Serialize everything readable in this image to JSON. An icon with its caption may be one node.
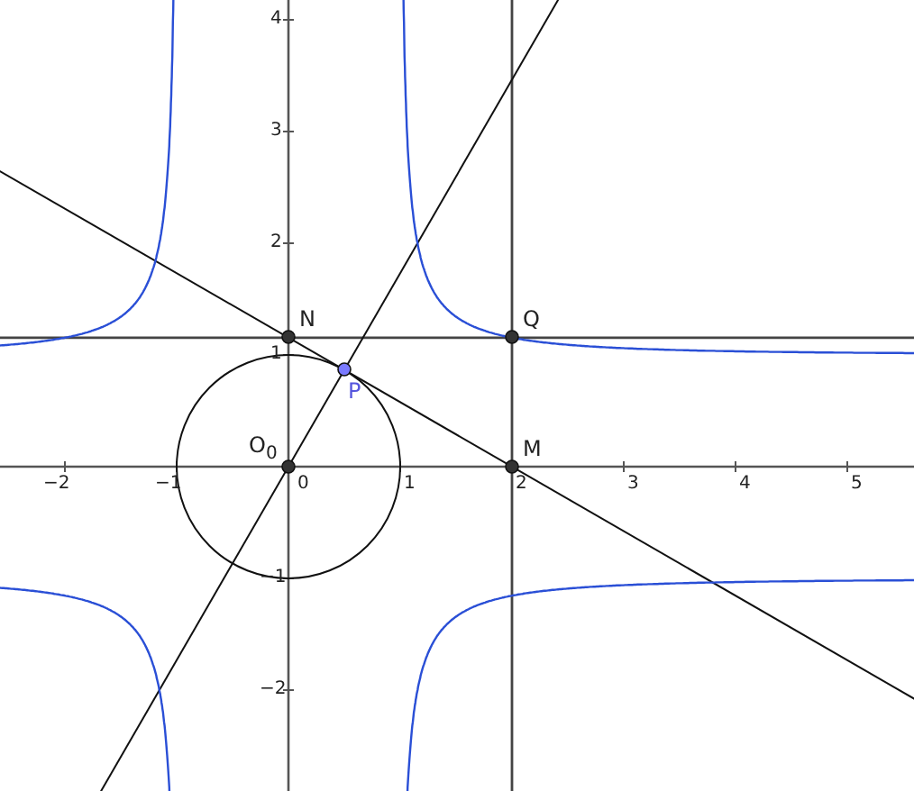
{
  "diagram": {
    "nodes": [
      {
        "text": [
          "N"
        ]
      },
      {
        "text": [
          "Q"
        ]
      },
      {
        "text": [
          "P"
        ]
      },
      {
        "text": [
          "O$_{0}$"
        ]
      },
      {
        "text": [
          "M"
        ]
      }
    ],
    "labels": [
      "4",
      "3",
      "2",
      "1",
      "−2",
      "−1",
      "0",
      "1",
      "2",
      "3",
      "4",
      "5",
      "−1",
      "−2"
    ]
  }
}
